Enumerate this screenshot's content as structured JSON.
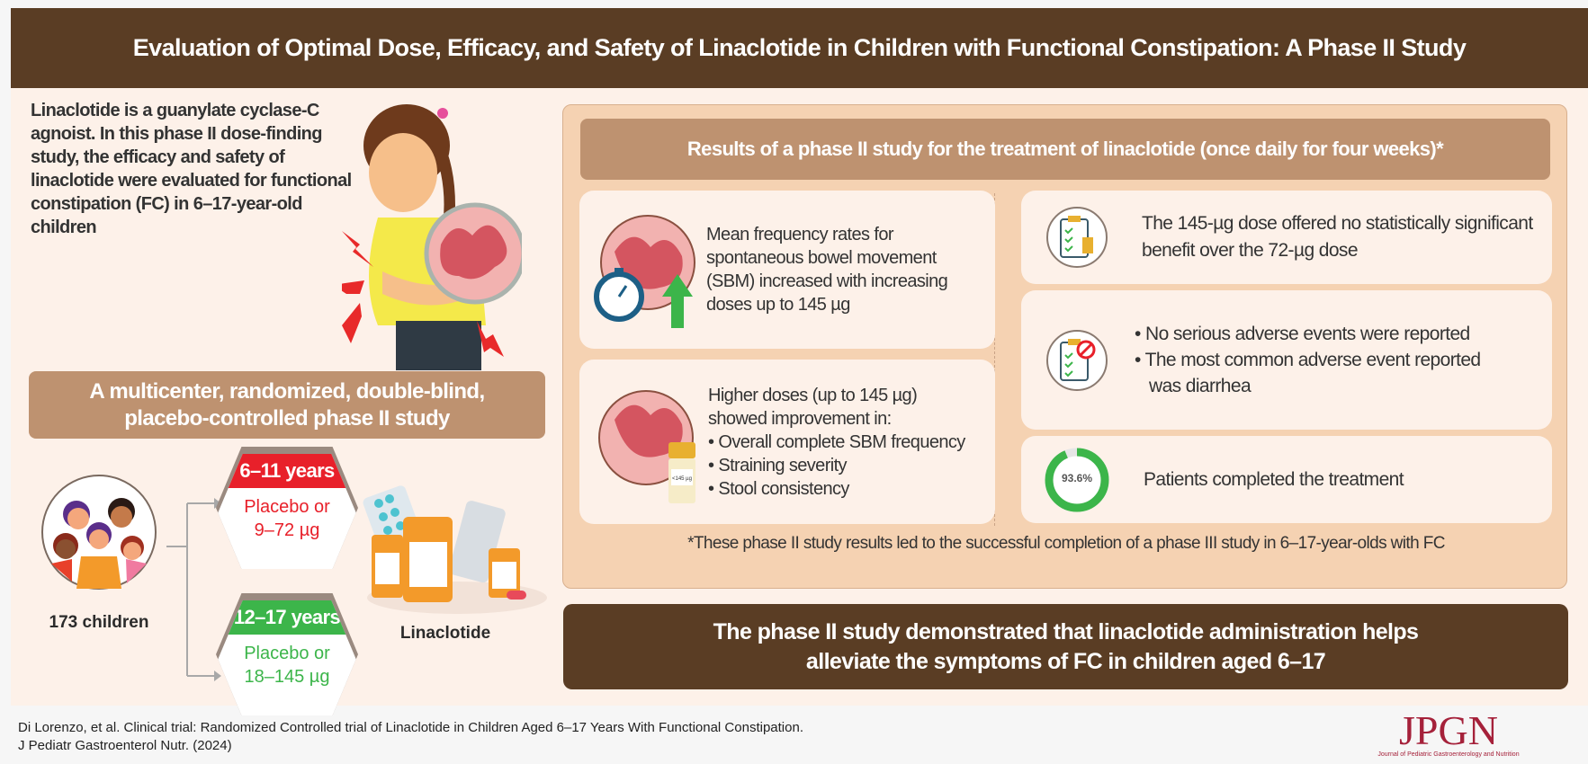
{
  "title": "Evaluation of Optimal Dose, Efficacy, and Safety of Linaclotide in Children with Functional  Constipation: A Phase II Study",
  "intro": "Linaclotide is a guanylate cyclase-C agnoist. In this phase II dose-finding study, the efficacy and safety of linaclotide were evaluated for functional constipation (FC) in 6–17-year-old children",
  "design": {
    "line1": "A multicenter, randomized, double-blind,",
    "line2": "placebo-controlled phase II study"
  },
  "participants": "173 children",
  "groups": [
    {
      "age": "6–11 years",
      "line1": "Placebo or",
      "line2": "9–72 µg",
      "color": "#e8202a"
    },
    {
      "age": "12–17 years",
      "line1": "Placebo or",
      "line2": "18–145 µg",
      "color": "#3cb54a"
    }
  ],
  "drug_label": "Linaclotide",
  "results": {
    "header": "Results of a phase II study for the treatment of linaclotide (once daily for four weeks)*",
    "card1": "Mean frequency rates for spontaneous bowel movement (SBM) increased with increasing doses up to 145 µg",
    "card2": {
      "intro": "Higher doses (up to 145 µg) showed improvement in:",
      "items": [
        "Overall complete SBM frequency",
        "Straining severity",
        "Stool consistency"
      ],
      "jar_label": "<145 µg"
    },
    "card3": "The 145-µg dose offered no statistically significant benefit over the 72-µg dose",
    "card4": [
      "No serious adverse events were reported",
      "The most common adverse event reported was diarrhea"
    ],
    "card5": {
      "value": "93.6%",
      "percent": 93.6,
      "text": "Patients completed the treatment"
    },
    "footnote": "*These phase II study results led to the successful completion of a phase III study in 6–17-year-olds with FC"
  },
  "conclusion": {
    "line1": "The phase II study demonstrated that linaclotide administration helps",
    "line2": "alleviate the symptoms of FC in children aged 6–17"
  },
  "citation": {
    "line1": "Di Lorenzo, et al. Clinical trial: Randomized Controlled trial of Linaclotide in Children Aged 6–17 Years With Functional Constipation.",
    "line2": "J Pediatr Gastroenterol Nutr. (2024)"
  },
  "logo": {
    "name": "JPGN",
    "subtitle": "Journal of Pediatric Gastroenterology and Nutrition"
  }
}
